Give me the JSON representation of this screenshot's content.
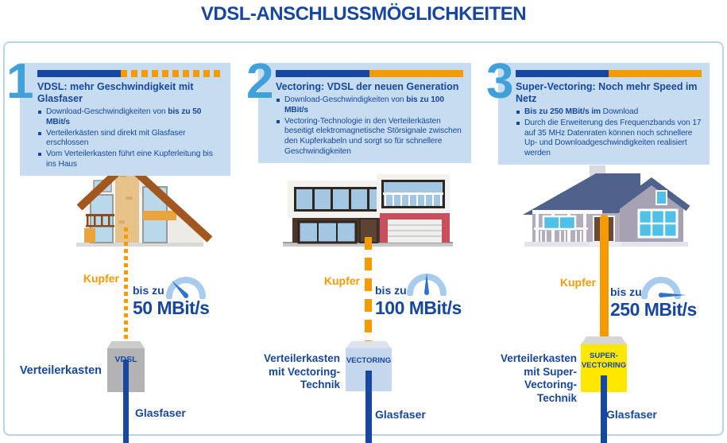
{
  "title": "VDSL-ANSCHLUSSMÖGLICHKEITEN",
  "colors": {
    "dark_blue": "#17479e",
    "panel_light_blue": "#c6dcf1",
    "accent_orange": "#f59b00",
    "step_number_blue": "#40a0da",
    "gauge_arc": "#a8cbee",
    "gauge_needle": "#2e74c9",
    "cabinet_gray": "#b3b3b5",
    "cabinet_vectoring_blue": "#c4d7ed",
    "cabinet_supervectoring_yellow": "#ffe700",
    "frame_border": "#b9d5ee"
  },
  "columns": [
    {
      "number": "1",
      "heading": "VDSL: mehr Geschwindigkeit mit Glasfaser",
      "bullets": [
        {
          "pre": "Download-Geschwindigkeiten von ",
          "bold": "bis zu 50 MBit/s",
          "post": ""
        },
        {
          "pre": "Verteilerkästen sind direkt mit Glasfaser erschlossen",
          "bold": "",
          "post": ""
        },
        {
          "pre": "Vom Verteilerkasten führt eine Kupferleitung bis ins Haus",
          "bold": "",
          "post": ""
        }
      ],
      "copper_label": "Kupfer",
      "copper_line_style": "dotted",
      "speed_prefix": "bis zu",
      "speed_value": "50 MBit/s",
      "gauge_level": "low",
      "cabinet_label_lines": [
        "Verteilerkasten"
      ],
      "cabinet_box_lines": [
        "VDSL"
      ],
      "fiber_label": "Glasfaser"
    },
    {
      "number": "2",
      "heading": "Vectoring: VDSL der neuen Generation",
      "bullets": [
        {
          "pre": "Download-Geschwindigkeiten von ",
          "bold": "bis zu 100 MBit/s",
          "post": ""
        },
        {
          "pre": "Vectoring-Technologie in den Verteilerkästen beseitigt elektromagnetische Störsignale zwischen den Kupferkabeln und sorgt so für schnellere Geschwindigkeiten",
          "bold": "",
          "post": ""
        }
      ],
      "copper_label": "Kupfer",
      "copper_line_style": "dashed",
      "speed_prefix": "bis zu",
      "speed_value": "100 MBit/s",
      "gauge_level": "medium",
      "cabinet_label_lines": [
        "Verteilerkasten",
        "mit Vectoring-",
        "Technik"
      ],
      "cabinet_box_lines": [
        "VECTORING"
      ],
      "fiber_label": "Glasfaser"
    },
    {
      "number": "3",
      "heading": "Super-Vectoring: Noch mehr Speed im Netz",
      "bullets": [
        {
          "pre": "",
          "bold": "Bis zu 250 MBit/s im",
          "post": " Download"
        },
        {
          "pre": "Durch die Erweiterung des Frequenzbands von 17 auf 35 MHz Datenraten können noch schnellere Up- und Downloadgeschwindigkeiten realisiert werden",
          "bold": "",
          "post": ""
        }
      ],
      "copper_label": "Kupfer",
      "copper_line_style": "solid",
      "speed_prefix": "bis zu",
      "speed_value": "250 MBit/s",
      "gauge_level": "high",
      "cabinet_label_lines": [
        "Verteilerkasten",
        "mit Super-Vectoring-",
        "Technik"
      ],
      "cabinet_box_lines": [
        "SUPER-",
        "VECTORING"
      ],
      "fiber_label": "Glasfaser"
    }
  ]
}
